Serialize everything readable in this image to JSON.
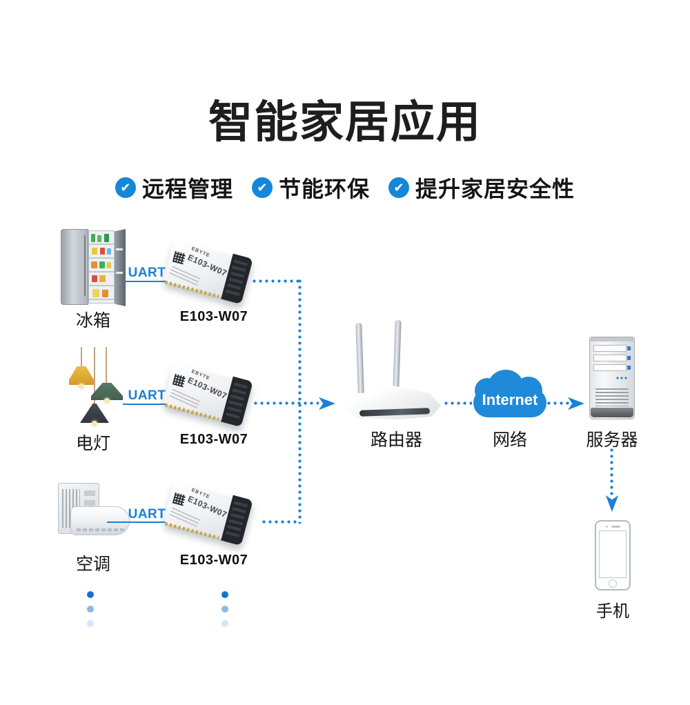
{
  "accent_color": "#1b80d7",
  "title": "智能家居应用",
  "features": [
    {
      "label": "远程管理"
    },
    {
      "label": "节能环保"
    },
    {
      "label": "提升家居安全性"
    }
  ],
  "rows": [
    {
      "device": "冰箱",
      "bus": "UART",
      "module": "E103-W07"
    },
    {
      "device": "电灯",
      "bus": "UART",
      "module": "E103-W07"
    },
    {
      "device": "空调",
      "bus": "UART",
      "module": "E103-W07"
    }
  ],
  "network": {
    "router_label": "路由器",
    "cloud_text": "Internet",
    "cloud_label": "网络",
    "server_label": "服务器",
    "phone_label": "手机"
  },
  "module_print": {
    "brand": "EBYTE",
    "model": "E103-W07"
  }
}
